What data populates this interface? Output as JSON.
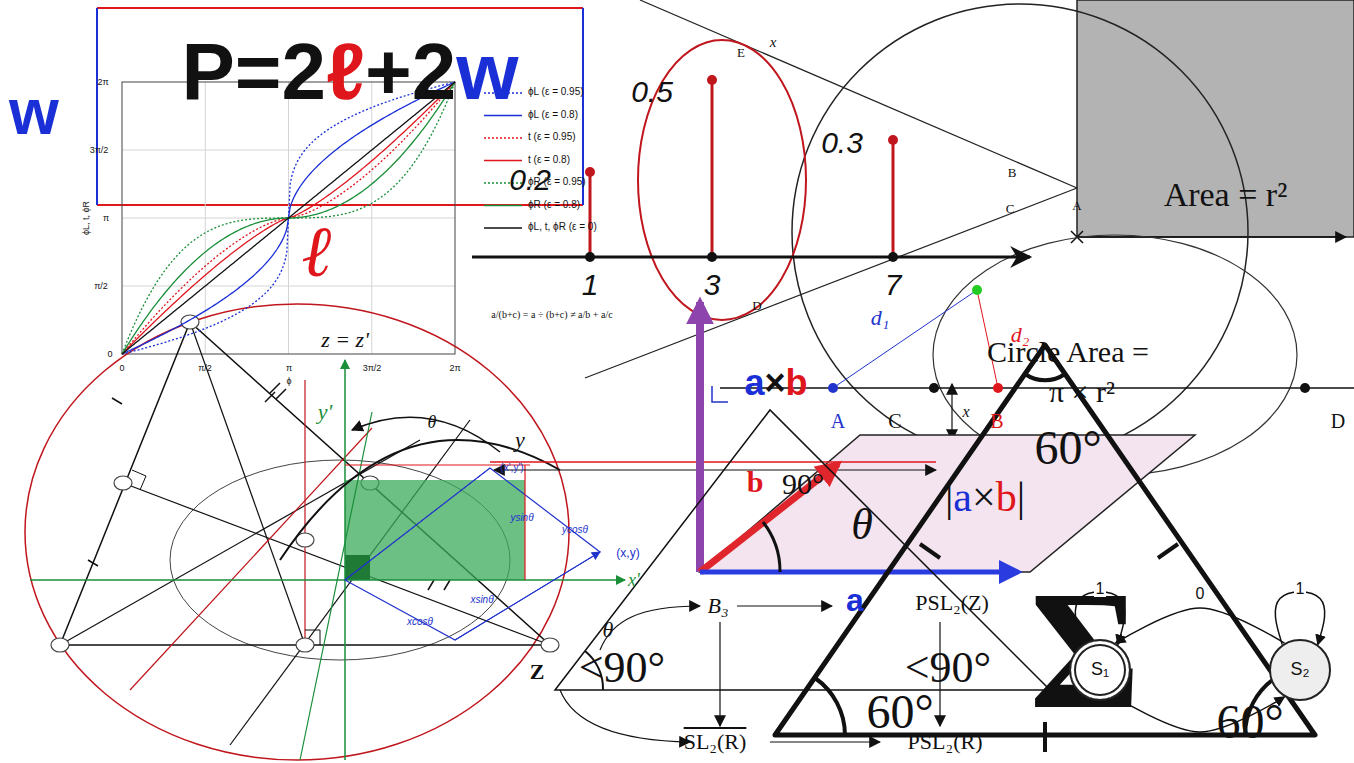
{
  "diagram": {
    "nodes": [
      {
        "text": [
          "Area = r²"
        ]
      },
      {
        "text": [
          "S₁"
        ]
      },
      {
        "text": [
          "S₂"
        ]
      }
    ],
    "edges": [
      {
        "from": 1,
        "to": 1,
        "arrow": "to",
        "label": "1"
      },
      {
        "from": 2,
        "to": 1,
        "arrow": "to",
        "label": "0"
      },
      {
        "from": 2,
        "to": 2,
        "arrow": "to",
        "label": "1"
      },
      {
        "from": 1,
        "to": 2,
        "arrow": "to"
      }
    ],
    "labels": [
      "w",
      "P=2ℓ+2w",
      "ℓ",
      "2π",
      "3π/2",
      "π",
      "π/2",
      "0",
      "0",
      "π/2",
      "π",
      "3π/2",
      "2π",
      "ϕ",
      "ϕL, t, ϕR",
      "0.5",
      "0.3",
      "0.2",
      "1",
      "3",
      "7",
      "E",
      "x",
      "a/(b+c) = a ÷ (b+c) ≠ a/b + a/c",
      "B",
      "C",
      "A",
      "D",
      "d₁",
      "d₂",
      "Circle Area =",
      "π × r²",
      "A",
      "C",
      "B",
      "D",
      "x",
      "a×b",
      "|a×b|",
      "b",
      "90°",
      "θ",
      "a",
      "PSL₂(Z)",
      "B₃",
      "θ",
      "Z",
      "<90°",
      "<90°",
      "SL₂(R)",
      "PSL₂(R)",
      "60°",
      "60°",
      "60°",
      "Σ",
      "z = z'",
      "y'",
      "y",
      "x'",
      "θ",
      "(x',y')",
      "(x,y)",
      "xcosθ",
      "xsinθ",
      "ycosθ",
      "ysinθ"
    ],
    "legend": [
      {
        "text": "ϕL (ε = 0.95)"
      },
      {
        "text": "ϕL (ε = 0.8)"
      },
      {
        "text": "t (ε = 0.95)"
      },
      {
        "text": "t (ε = 0.8)"
      },
      {
        "text": "ϕR (ε = 0.95)"
      },
      {
        "text": "ϕR (ε = 0.8)"
      },
      {
        "text": "ϕL, t, ϕR (ε = 0)"
      }
    ]
  }
}
